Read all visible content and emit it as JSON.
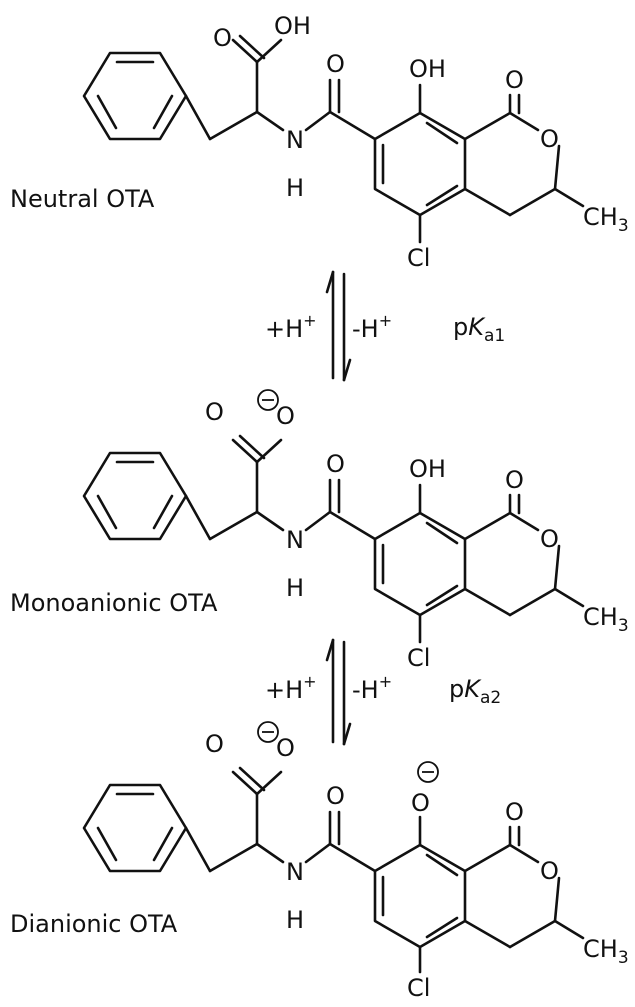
{
  "species": [
    {
      "label": "Neutral OTA",
      "atoms": {
        "acid_o_dbl": "O",
        "acid_o_single": "OH",
        "amide_o": "O",
        "phenol": "OH",
        "lactone_o_dbl": "O",
        "ring_o": "O",
        "nh_n": "N",
        "nh_h": "H",
        "cl": "Cl",
        "methyl": "CH",
        "methyl_sub": "3"
      },
      "carboxylate_charged": false,
      "phenolate_charged": false
    },
    {
      "label": "Monoanionic OTA",
      "atoms": {
        "acid_o_dbl": "O",
        "acid_o_single": "O",
        "amide_o": "O",
        "phenol": "OH",
        "lactone_o_dbl": "O",
        "ring_o": "O",
        "nh_n": "N",
        "nh_h": "H",
        "cl": "Cl",
        "methyl": "CH",
        "methyl_sub": "3"
      },
      "carboxylate_charged": true,
      "phenolate_charged": false
    },
    {
      "label": "Dianionic OTA",
      "atoms": {
        "acid_o_dbl": "O",
        "acid_o_single": "O",
        "amide_o": "O",
        "phenol": "O",
        "lactone_o_dbl": "O",
        "ring_o": "O",
        "nh_n": "N",
        "nh_h": "H",
        "cl": "Cl",
        "methyl": "CH",
        "methyl_sub": "3"
      },
      "carboxylate_charged": true,
      "phenolate_charged": true
    }
  ],
  "equilibria": [
    {
      "forward_label": "+H",
      "forward_sup": "+",
      "reverse_label": "-H",
      "reverse_sup": "+",
      "pk_p": "p",
      "pk_k": "K",
      "pk_sub": "a1"
    },
    {
      "forward_label": "+H",
      "forward_sup": "+",
      "reverse_label": "-H",
      "reverse_sup": "+",
      "pk_p": "p",
      "pk_k": "K",
      "pk_sub": "a2"
    }
  ]
}
